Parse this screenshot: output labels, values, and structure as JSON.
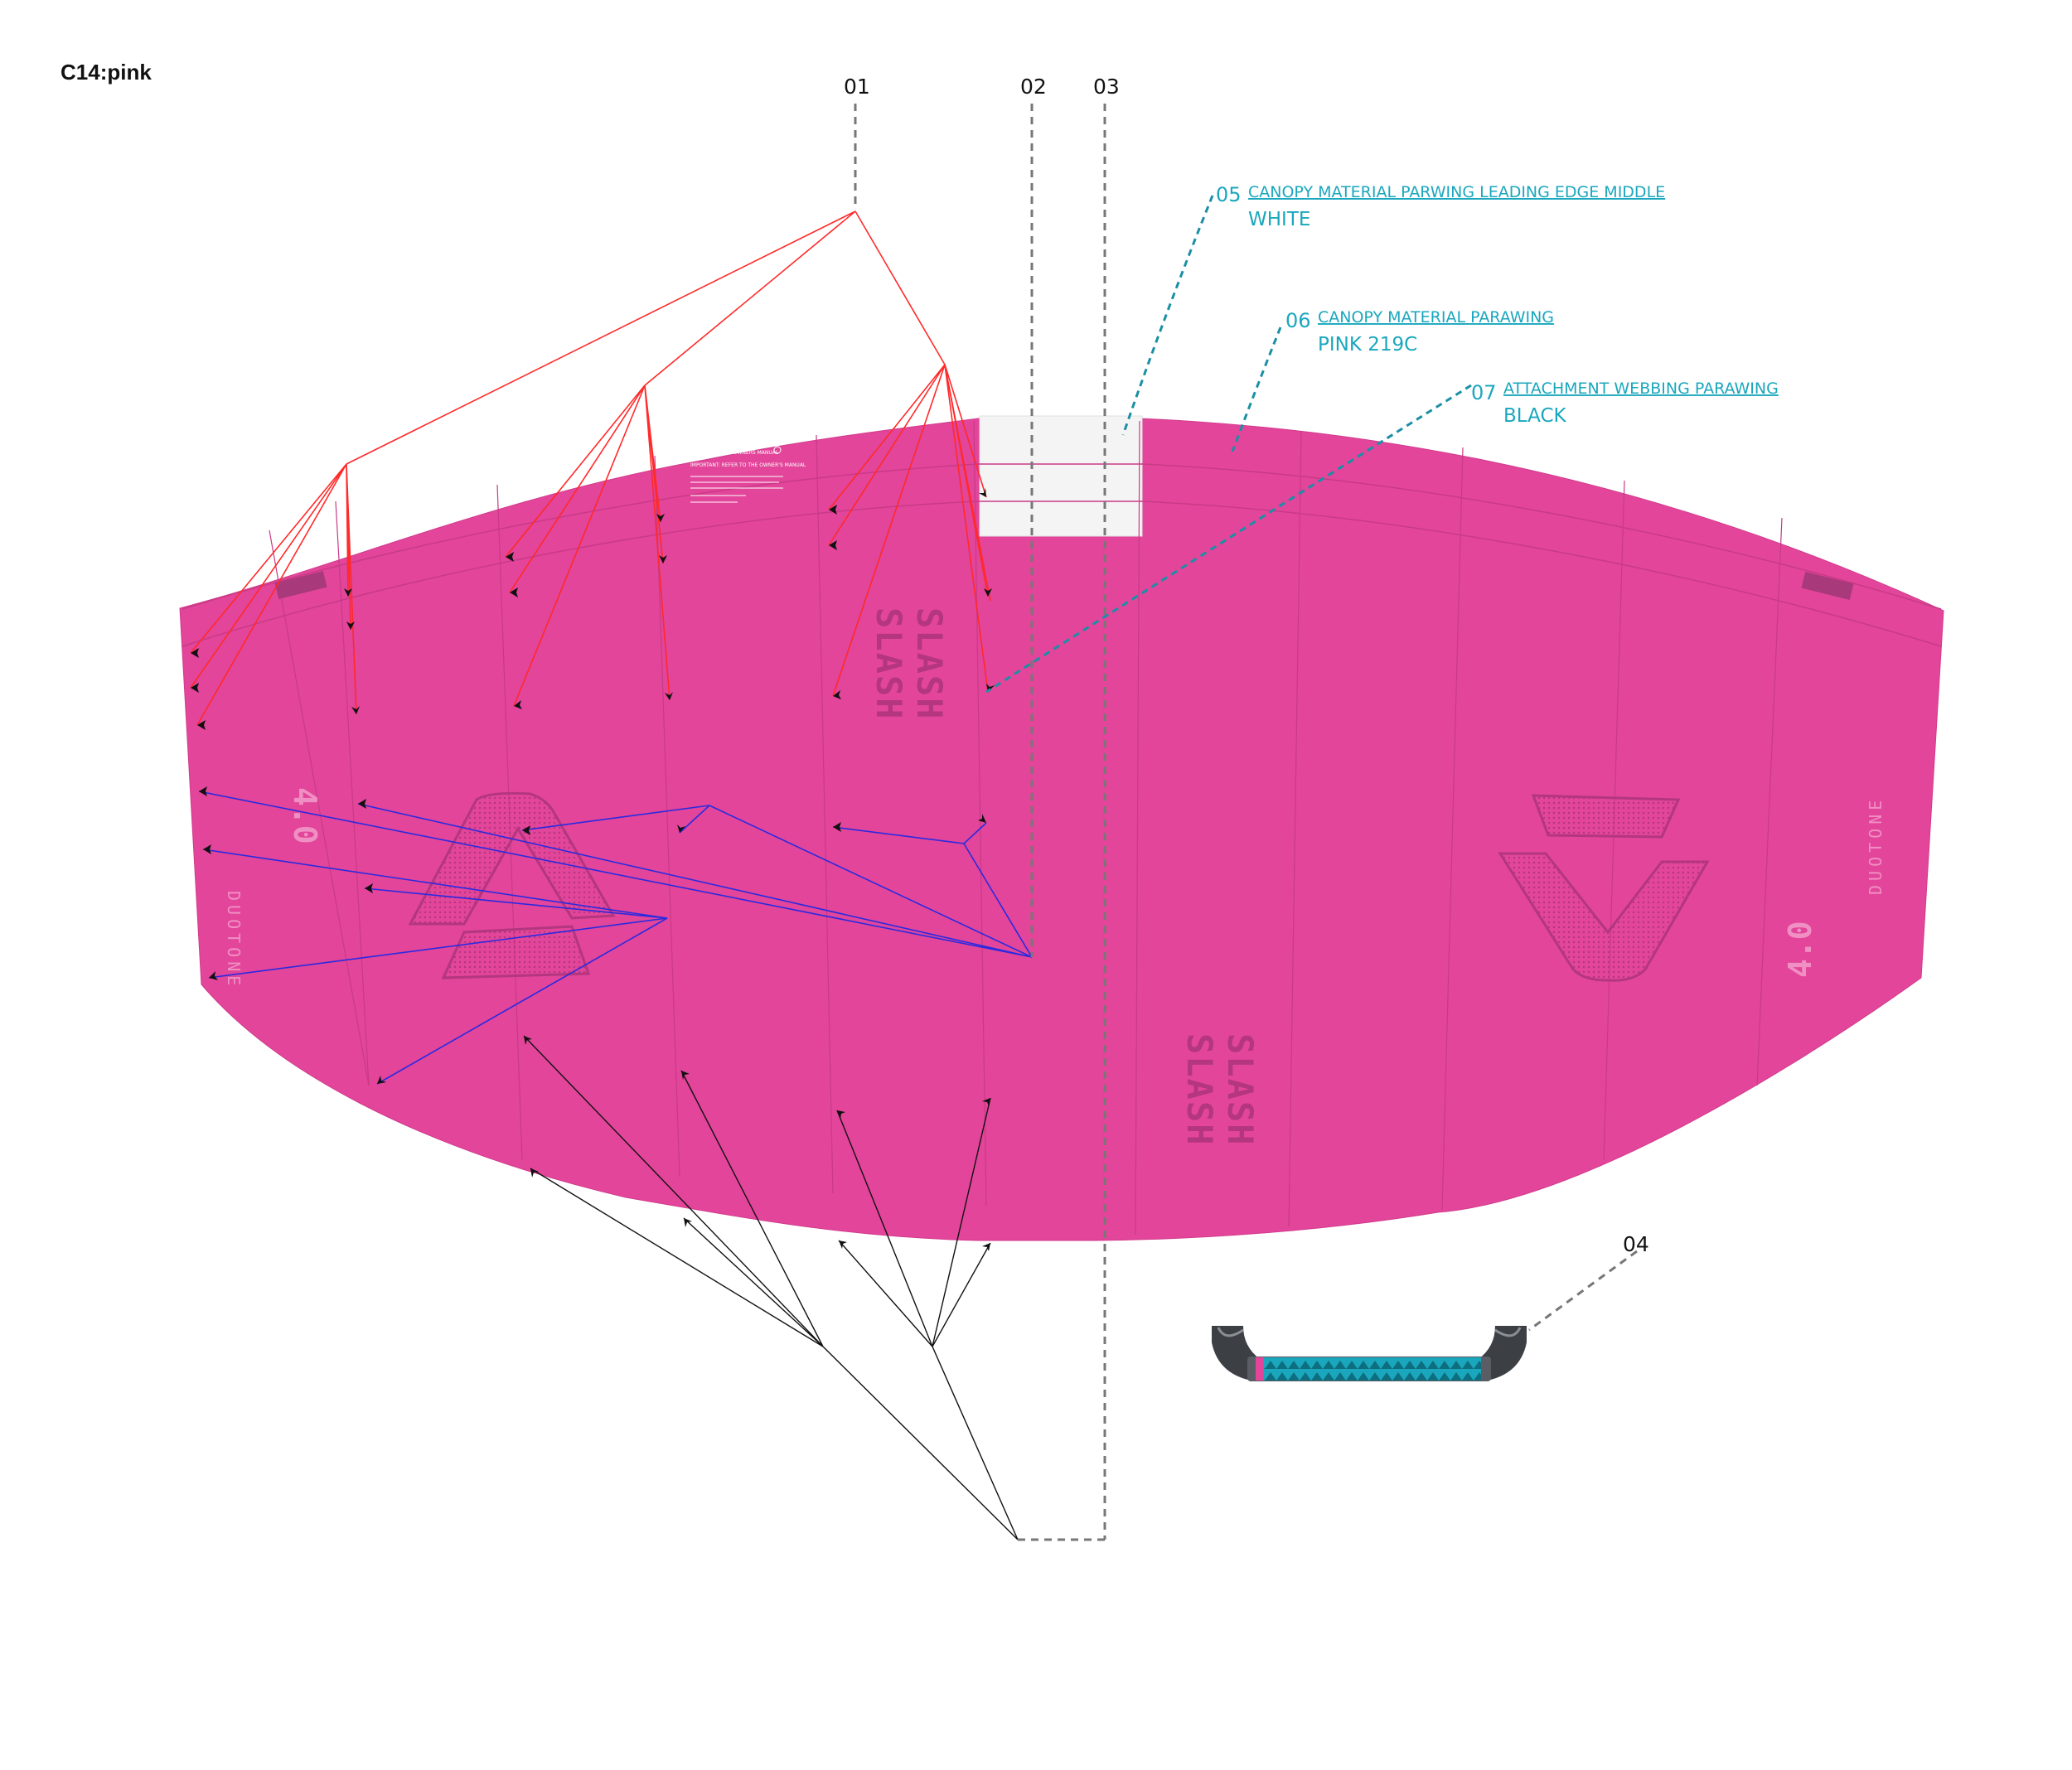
{
  "title": "C14:pink",
  "callouts": {
    "c01": "01",
    "c02": "02",
    "c03": "03",
    "c04": "04"
  },
  "materials": [
    {
      "num": "05",
      "label": "CANOPY MATERIAL PARWING LEADING EDGE MIDDLE",
      "value": "WHITE"
    },
    {
      "num": "06",
      "label": "CANOPY MATERIAL PARAWING",
      "value": "PINK 219C"
    },
    {
      "num": "07",
      "label": "ATTACHMENT WEBBING PARAWING",
      "value": "BLACK"
    }
  ],
  "canopy": {
    "brand": "DUOTONE",
    "size": "4.0",
    "mark_line1": "SLASH",
    "mark_line2": "SLASH",
    "warning_title": "WARNING: READ OWNERS MANUAL",
    "warning_heading": "IMPORTANT: REFER TO THE OWNER'S MANUAL"
  },
  "colors": {
    "canopy_pink": "#e2459a",
    "leading_edge": "#f4f4f4",
    "callout_teal": "#1aa7bd",
    "front_lines": "#ff2a2a",
    "middle_lines": "#2a2ae0",
    "rear_lines": "#111111",
    "handle_grip": "#1aa7bd"
  }
}
